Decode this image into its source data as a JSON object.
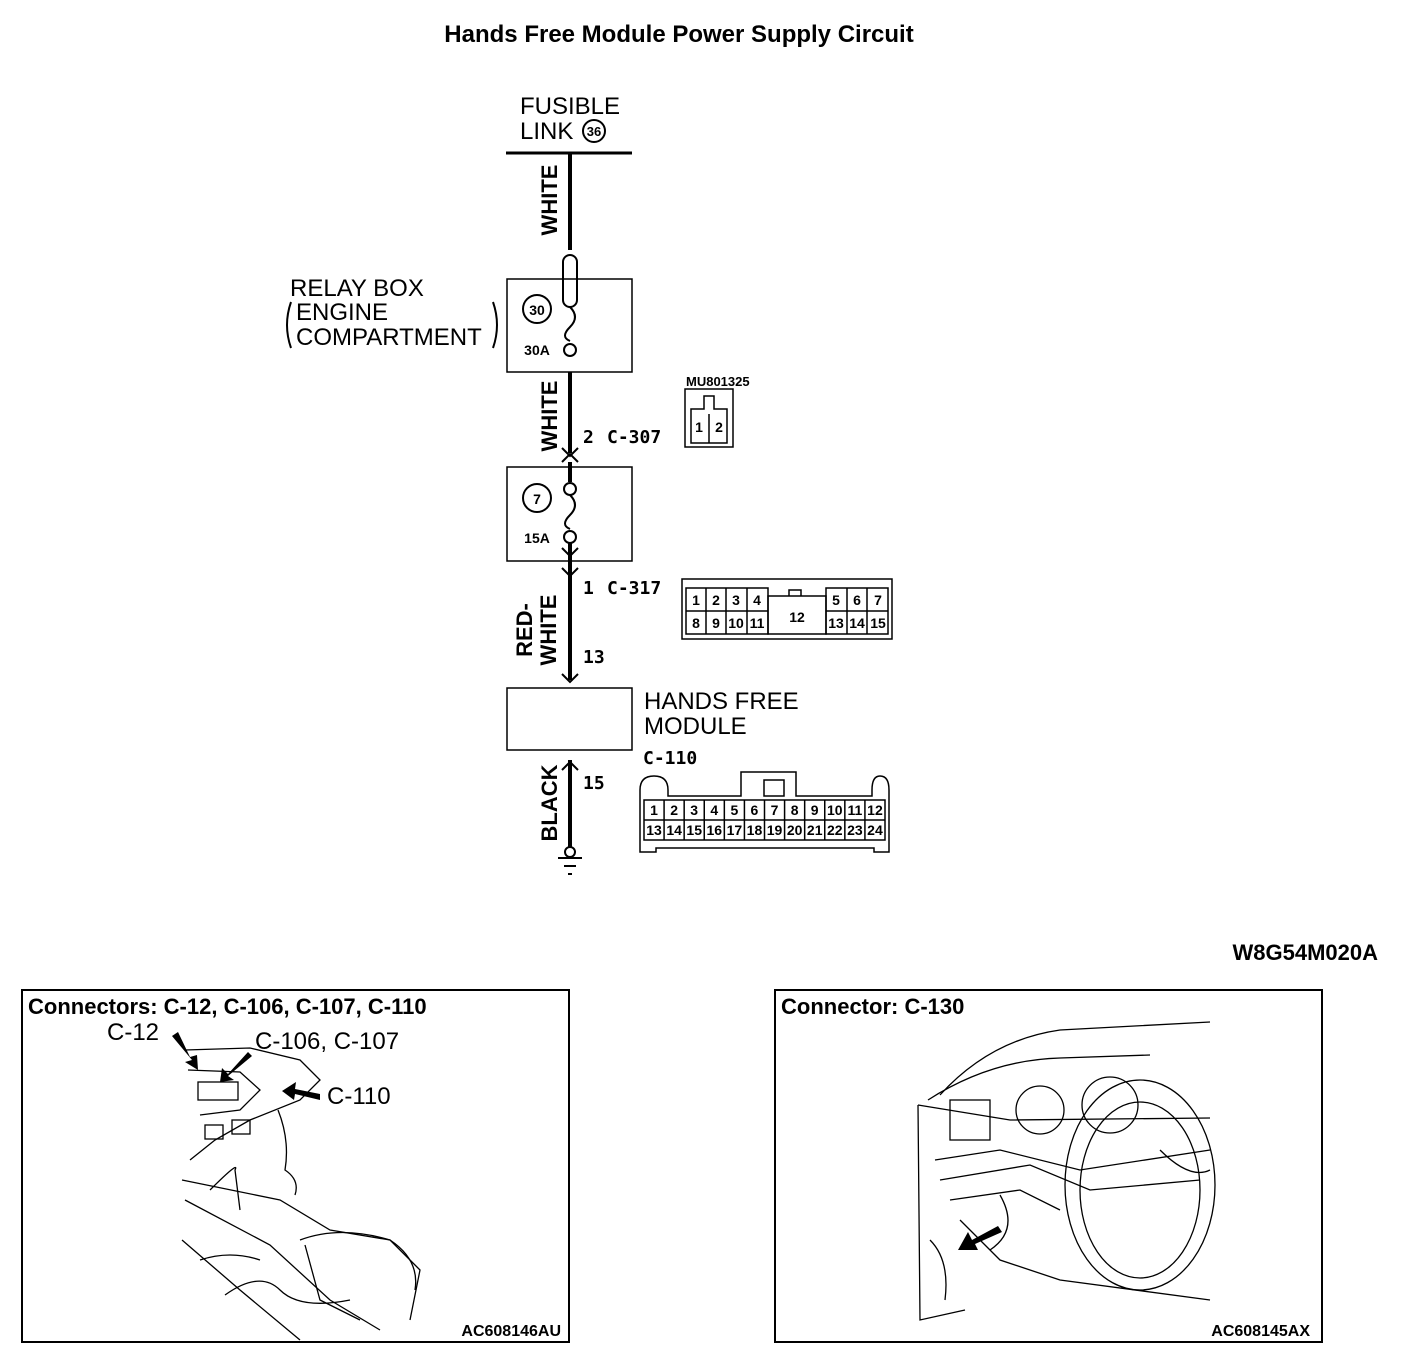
{
  "title": "Hands Free Module Power Supply Circuit",
  "fusible_link": {
    "line1": "FUSIBLE",
    "line2": "LINK",
    "number": "36"
  },
  "relay_box": {
    "line1": "RELAY BOX",
    "line2": "ENGINE",
    "line3": "COMPARTMENT",
    "fuse_number": "30",
    "rating": "30A"
  },
  "fuse_box": {
    "fuse_number": "7",
    "rating": "15A"
  },
  "wire_colors": {
    "w1": "WHITE",
    "w2": "WHITE",
    "w3_line1": "RED-",
    "w3_line2": "WHITE",
    "w4": "BLACK"
  },
  "connectors": {
    "c307": {
      "pin": "2",
      "name": "C-307",
      "part": "MU801325",
      "pins": [
        "1",
        "2"
      ]
    },
    "c317": {
      "pin": "1",
      "name": "C-317",
      "pin2": "13",
      "pins_top": [
        "1",
        "2",
        "3",
        "4"
      ],
      "center": "12",
      "pins_top_right": [
        "5",
        "6",
        "7"
      ],
      "pins_bottom": [
        "8",
        "9",
        "10",
        "11"
      ],
      "pins_bottom_right": [
        "13",
        "14",
        "15"
      ]
    },
    "c110": {
      "name": "C-110",
      "pin": "15",
      "pins_top": [
        "1",
        "2",
        "3",
        "4",
        "5",
        "6",
        "7",
        "8",
        "9",
        "10",
        "11",
        "12"
      ],
      "pins_bottom": [
        "13",
        "14",
        "15",
        "16",
        "17",
        "18",
        "19",
        "20",
        "21",
        "22",
        "23",
        "24"
      ]
    }
  },
  "module": {
    "line1": "HANDS FREE",
    "line2": "MODULE"
  },
  "diagram_code": "W8G54M020A",
  "panel_left": {
    "title": "Connectors: C-12, C-106, C-107, C-110",
    "callout1": "C-12",
    "callout2": "C-106, C-107",
    "callout3": "C-110",
    "code": "AC608146AU"
  },
  "panel_right": {
    "title": "Connector: C-130",
    "code": "AC608145AX"
  }
}
